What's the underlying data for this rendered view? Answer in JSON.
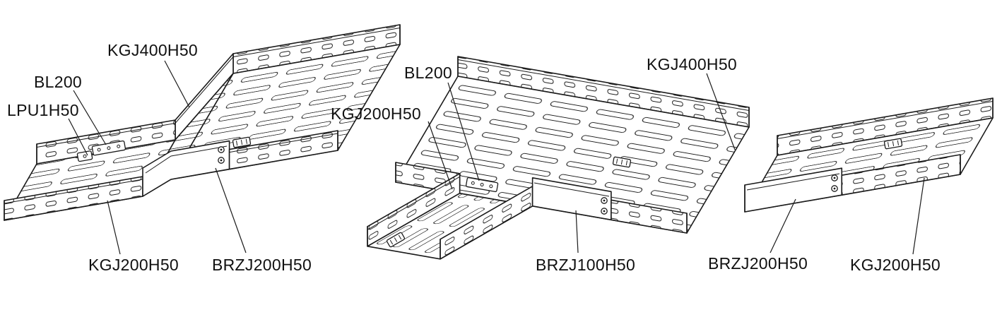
{
  "figure": {
    "background_color": "#ffffff",
    "line_color": "#1b1b1b",
    "description_type": "cable-tray-reducer-line-drawing"
  },
  "assemblies": [
    {
      "name": "left-reducer-assembly",
      "labels": [
        {
          "id": "kgj400h50",
          "text": "KGJ400H50"
        },
        {
          "id": "bl200",
          "text": "BL200"
        },
        {
          "id": "lpu1h50",
          "text": "LPU1H50"
        },
        {
          "id": "kgj200h50",
          "text": "KGJ200H50"
        },
        {
          "id": "brzj200h50",
          "text": "BRZJ200H50"
        }
      ]
    },
    {
      "name": "middle-reducer-assembly",
      "labels": [
        {
          "id": "bl200",
          "text": "BL200"
        },
        {
          "id": "kgj200h50",
          "text": "KGJ200H50"
        },
        {
          "id": "kgj400h50",
          "text": "KGJ400H50"
        },
        {
          "id": "brzj100h50",
          "text": "BRZJ100H50"
        }
      ]
    },
    {
      "name": "right-tray-assembly",
      "labels": [
        {
          "id": "brzj200h50",
          "text": "BRZJ200H50"
        },
        {
          "id": "kgj200h50",
          "text": "KGJ200H50"
        }
      ]
    }
  ]
}
